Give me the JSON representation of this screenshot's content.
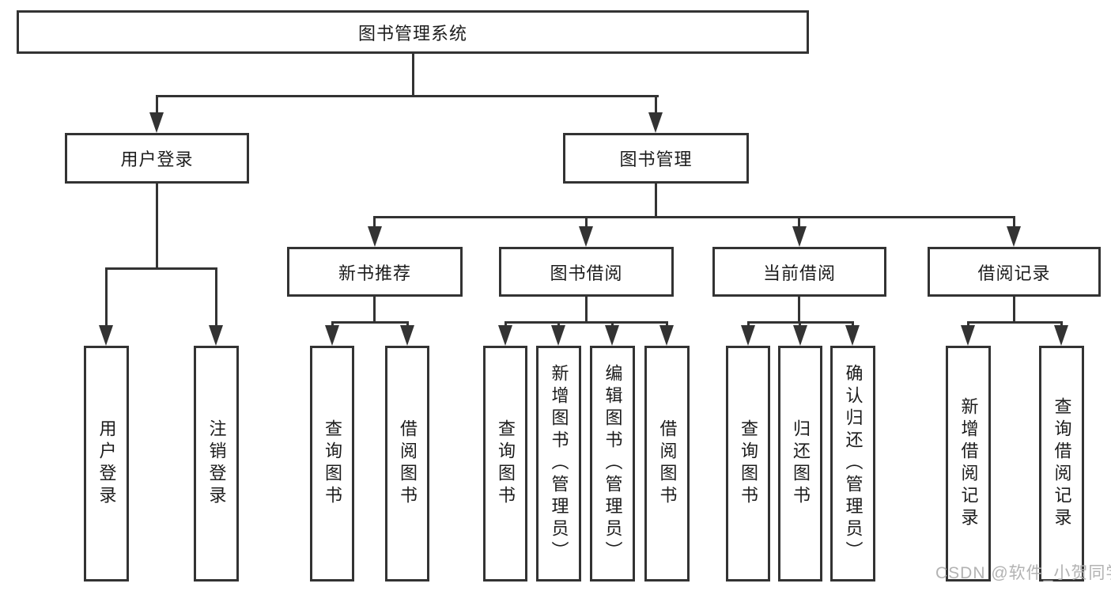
{
  "diagram": {
    "type": "function-structure-tree",
    "line_color": "#333333",
    "box_background": "#ffffff",
    "text_color": "#1c1c1c",
    "tree": {
      "label": "图书管理系统",
      "children": [
        {
          "label": "用户登录",
          "children": [
            {
              "label": "用户登录"
            },
            {
              "label": "注销登录"
            }
          ]
        },
        {
          "label": "图书管理",
          "children": [
            {
              "label": "新书推荐",
              "children": [
                {
                  "label": "查询图书"
                },
                {
                  "label": "借阅图书"
                }
              ]
            },
            {
              "label": "图书借阅",
              "children": [
                {
                  "label": "查询图书"
                },
                {
                  "label": "新增图书（管理员）"
                },
                {
                  "label": "编辑图书（管理员）"
                },
                {
                  "label": "借阅图书"
                }
              ]
            },
            {
              "label": "当前借阅",
              "children": [
                {
                  "label": "查询图书"
                },
                {
                  "label": "归还图书"
                },
                {
                  "label": "确认归还（管理员）"
                }
              ]
            },
            {
              "label": "借阅记录",
              "children": [
                {
                  "label": "新增借阅记录"
                },
                {
                  "label": "查询借阅记录"
                }
              ]
            }
          ]
        }
      ]
    }
  },
  "watermark": {
    "text": "CSDN @软件_小贺同学",
    "color": "#b3b3b3"
  }
}
